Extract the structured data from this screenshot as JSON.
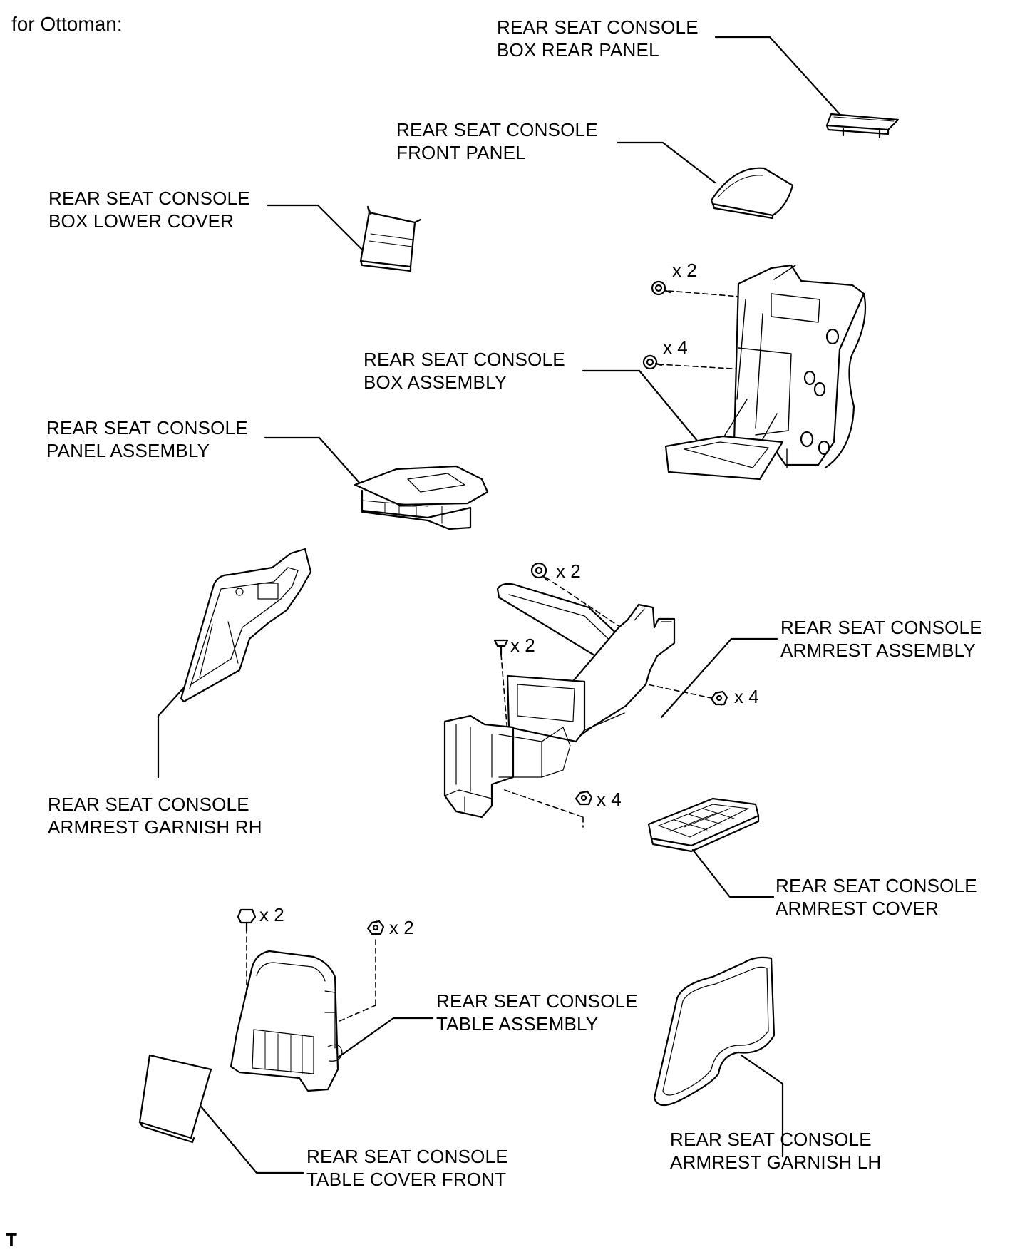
{
  "heading": "for Ottoman:",
  "corner_code": "T",
  "parts": [
    {
      "id": "rear-panel",
      "line1": "REAR SEAT CONSOLE",
      "line2": "BOX REAR PANEL",
      "icon": "box-rear-panel-icon"
    },
    {
      "id": "front-panel",
      "line1": "REAR SEAT CONSOLE",
      "line2": "FRONT PANEL",
      "icon": "front-panel-icon"
    },
    {
      "id": "lower-cover",
      "line1": "REAR SEAT CONSOLE",
      "line2": "BOX LOWER COVER",
      "icon": "lower-cover-icon"
    },
    {
      "id": "box-assembly",
      "line1": "REAR SEAT CONSOLE",
      "line2": "BOX ASSEMBLY",
      "icon": "box-assembly-icon"
    },
    {
      "id": "panel-assembly",
      "line1": "REAR SEAT CONSOLE",
      "line2": "PANEL ASSEMBLY",
      "icon": "panel-assembly-icon"
    },
    {
      "id": "armrest-assembly",
      "line1": "REAR SEAT CONSOLE",
      "line2": "ARMREST ASSEMBLY",
      "icon": "armrest-assembly-icon"
    },
    {
      "id": "garnish-rh",
      "line1": "REAR SEAT CONSOLE",
      "line2": "ARMREST GARNISH RH",
      "icon": "garnish-rh-icon"
    },
    {
      "id": "armrest-cover",
      "line1": "REAR SEAT CONSOLE",
      "line2": "ARMREST COVER",
      "icon": "armrest-cover-icon"
    },
    {
      "id": "table-assembly",
      "line1": "REAR SEAT CONSOLE",
      "line2": "TABLE ASSEMBLY",
      "icon": "table-assembly-icon"
    },
    {
      "id": "table-cover",
      "line1": "REAR SEAT CONSOLE",
      "line2": "TABLE COVER FRONT",
      "icon": "table-cover-icon"
    },
    {
      "id": "garnish-lh",
      "line1": "REAR SEAT CONSOLE",
      "line2": "ARMREST GARNISH LH",
      "icon": "garnish-lh-icon"
    }
  ],
  "fasteners": [
    {
      "id": "box-bolt",
      "qty": "x 2",
      "icon": "bolt-icon"
    },
    {
      "id": "box-clip",
      "qty": "x 4",
      "icon": "clip-icon"
    },
    {
      "id": "armrest-bolt-top",
      "qty": "x 2",
      "icon": "bolt-icon"
    },
    {
      "id": "armrest-screw",
      "qty": "x 2",
      "icon": "screw-icon"
    },
    {
      "id": "armrest-nut-right",
      "qty": "x 4",
      "icon": "nut-icon"
    },
    {
      "id": "armrest-nut-bottom",
      "qty": "x 4",
      "icon": "nut-icon"
    },
    {
      "id": "table-bolt",
      "qty": "x 2",
      "icon": "bolt-icon"
    },
    {
      "id": "table-nut",
      "qty": "x 2",
      "icon": "nut-icon"
    }
  ]
}
